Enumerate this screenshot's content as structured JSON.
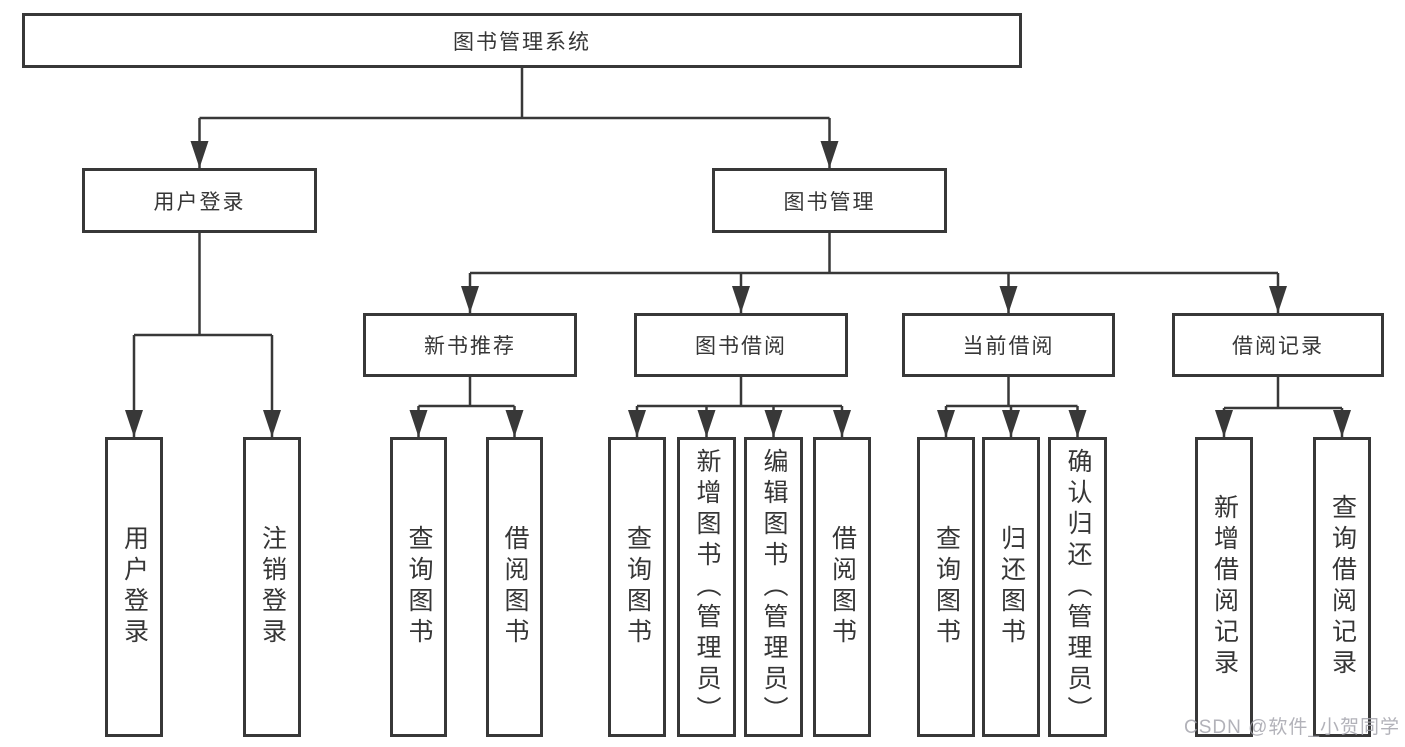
{
  "diagram": {
    "tree": {
      "label": "图书管理系统",
      "children": [
        {
          "label": "用户登录",
          "children": [
            {
              "label": "用户登录"
            },
            {
              "label": "注销登录"
            }
          ]
        },
        {
          "label": "图书管理",
          "children": [
            {
              "label": "新书推荐",
              "children": [
                {
                  "label": "查询图书"
                },
                {
                  "label": "借阅图书"
                }
              ]
            },
            {
              "label": "图书借阅",
              "children": [
                {
                  "label": "查询图书"
                },
                {
                  "label": "新增图书（管理员）"
                },
                {
                  "label": "编辑图书（管理员）"
                },
                {
                  "label": "借阅图书"
                }
              ]
            },
            {
              "label": "当前借阅",
              "children": [
                {
                  "label": "查询图书"
                },
                {
                  "label": "归还图书"
                },
                {
                  "label": "确认归还（管理员）"
                }
              ]
            },
            {
              "label": "借阅记录",
              "children": [
                {
                  "label": "新增借阅记录"
                },
                {
                  "label": "查询借阅记录"
                }
              ]
            }
          ]
        }
      ]
    },
    "watermark": {
      "text": "CSDN @软件_小贺同学"
    },
    "colors": {
      "line": "#383838",
      "box_border": "#383838",
      "text": "#363636",
      "background": "#ffffff",
      "watermark": "#a5a5ad"
    }
  }
}
